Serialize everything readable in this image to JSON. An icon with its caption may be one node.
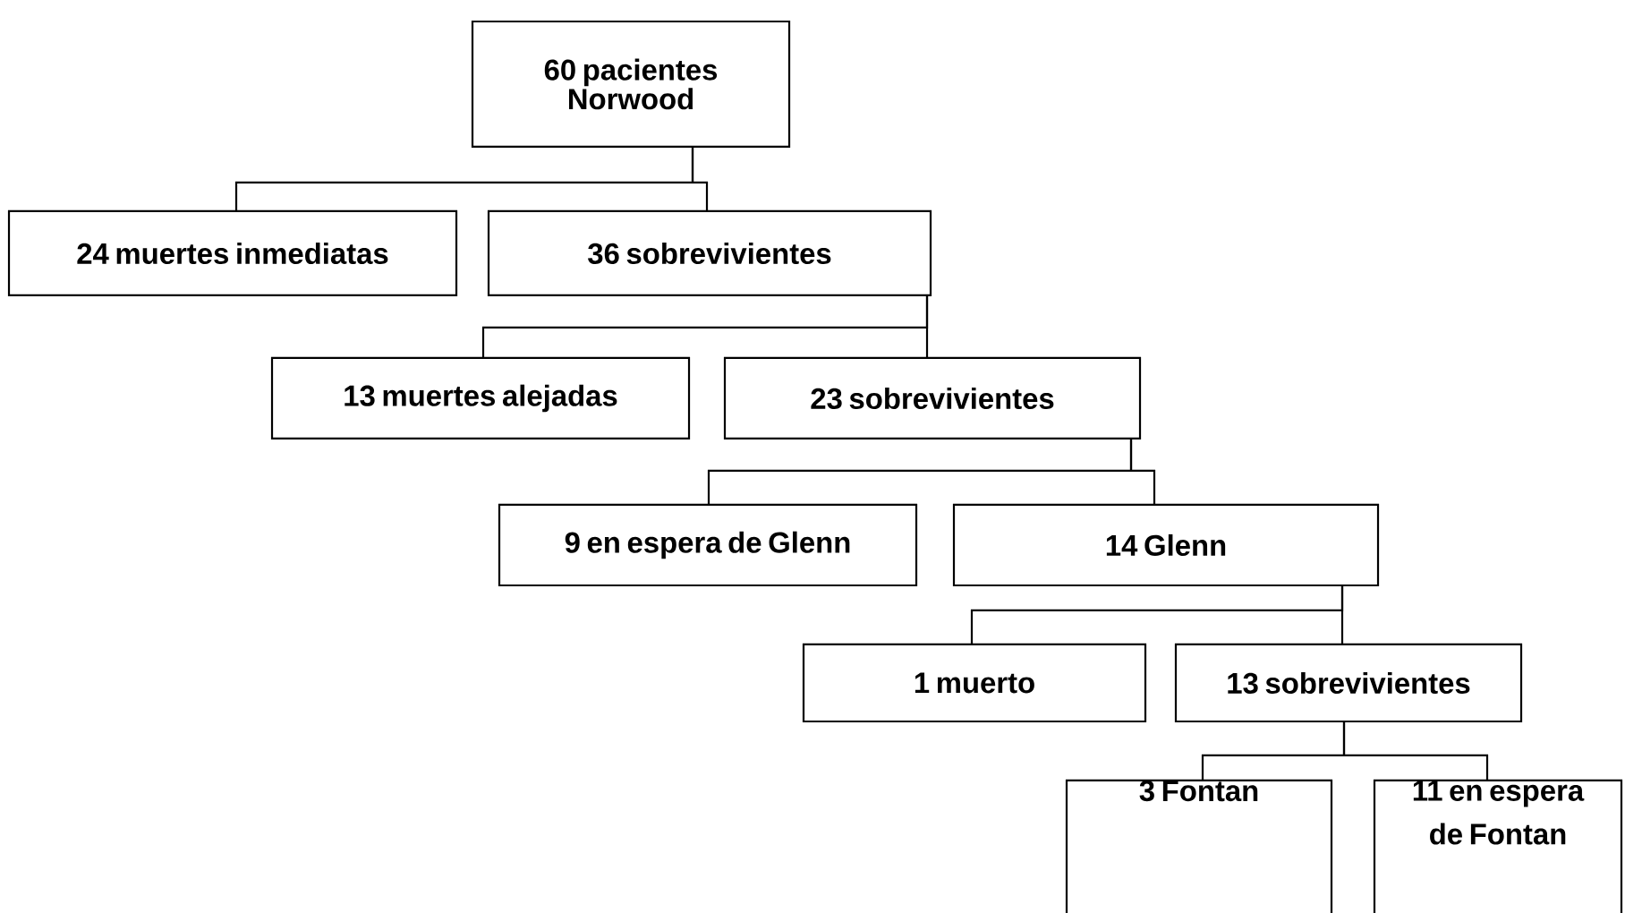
{
  "diagram": {
    "nodes": [
      {
        "text": [
          "60 pacientes Norwood"
        ]
      },
      {
        "text": [
          "24 muertes inmediatas"
        ]
      },
      {
        "text": [
          "36 sobrevivientes"
        ]
      },
      {
        "text": [
          "13 muertes alejadas"
        ]
      },
      {
        "text": [
          "23 sobrevivientes"
        ]
      },
      {
        "text": [
          "9 en espera de Glenn"
        ]
      },
      {
        "text": [
          "14 Glenn"
        ]
      },
      {
        "text": [
          "1 muerto"
        ]
      },
      {
        "text": [
          "13 sobrevivientes"
        ]
      },
      {
        "text": [
          "3 Fontan"
        ]
      },
      {
        "text": [
          "11 en espera de Fontan"
        ]
      }
    ],
    "edges": [
      {
        "from": 0,
        "to": 1,
        "arrow": "none"
      },
      {
        "from": 0,
        "to": 2,
        "arrow": "none"
      },
      {
        "from": 2,
        "to": 3,
        "arrow": "none"
      },
      {
        "from": 2,
        "to": 4,
        "arrow": "none"
      },
      {
        "from": 4,
        "to": 5,
        "arrow": "none"
      },
      {
        "from": 4,
        "to": 6,
        "arrow": "none"
      },
      {
        "from": 6,
        "to": 7,
        "arrow": "none"
      },
      {
        "from": 6,
        "to": 8,
        "arrow": "none"
      },
      {
        "from": 8,
        "to": 9,
        "arrow": "none"
      },
      {
        "from": 8,
        "to": 10,
        "arrow": "none"
      }
    ]
  }
}
